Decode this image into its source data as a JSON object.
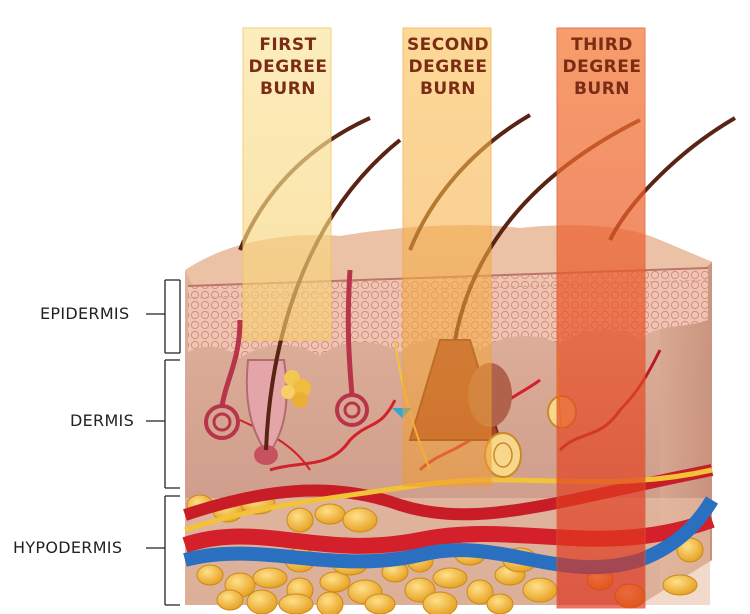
{
  "burns": [
    {
      "label_line1": "FIRST",
      "label_line2": "DEGREE",
      "label_line3": "BURN"
    },
    {
      "label_line1": "SECOND",
      "label_line2": "DEGREE",
      "label_line3": "BURN"
    },
    {
      "label_line1": "THIRD",
      "label_line2": "DEGREE",
      "label_line3": "BURN"
    }
  ],
  "layers": {
    "epidermis": "EPIDERMIS",
    "dermis": "DERMIS",
    "hypodermis": "HYPODERMIS"
  },
  "colors": {
    "first_burn": "#f9d98a",
    "second_burn": "#f7a640",
    "third_burn": "#e8461e",
    "skin_top": "#e2b49a",
    "dermis": "#d9a98f",
    "fat": "#f2b534",
    "artery": "#d3202a",
    "vein": "#2b6fc0"
  }
}
